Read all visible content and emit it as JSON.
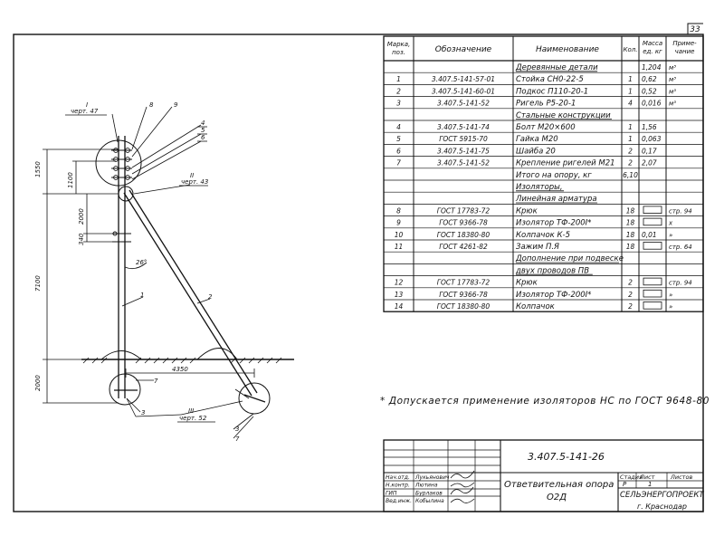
{
  "page_number": "33",
  "footnote": "* Допускается применение изоляторов НС по ГОСТ 9648-80",
  "spec_table": {
    "headers": {
      "pos": "Марка, поз.",
      "designation": "Обозначение",
      "name": "Наименование",
      "qty": "Кол.",
      "mass": "Масса ед. кг",
      "note": "Приме-чание"
    },
    "rows": [
      {
        "pos": "",
        "designation": "",
        "name": "Деревянные детали",
        "qty": "",
        "mass": "1,204",
        "note": "м³",
        "section": true
      },
      {
        "pos": "1",
        "designation": "3.407.5-141-57-01",
        "name": "Стойка СН0-22-5",
        "qty": "1",
        "mass": "0,62",
        "note": "м³"
      },
      {
        "pos": "2",
        "designation": "3.407.5-141-60-01",
        "name": "Подкос П110-20-1",
        "qty": "1",
        "mass": "0,52",
        "note": "м³"
      },
      {
        "pos": "3",
        "designation": "3.407.5-141-52",
        "name": "Ригель Р5-20-1",
        "qty": "4",
        "mass": "0,016",
        "note": "м³"
      },
      {
        "pos": "",
        "designation": "",
        "name": "Стальные конструкции",
        "qty": "",
        "mass": "",
        "note": "",
        "section": true
      },
      {
        "pos": "4",
        "designation": "3.407.5-141-74",
        "name": "Болт М20×600",
        "qty": "1",
        "mass": "1,56",
        "note": ""
      },
      {
        "pos": "5",
        "designation": "ГОСТ 5915-70",
        "name": "Гайка М20",
        "qty": "1",
        "mass": "0,063",
        "note": ""
      },
      {
        "pos": "6",
        "designation": "3.407.5-141-75",
        "name": "Шайба 20",
        "qty": "2",
        "mass": "0,17",
        "note": ""
      },
      {
        "pos": "7",
        "designation": "3.407.5-141-52",
        "name": "Крепление ригелей М21",
        "qty": "2",
        "mass": "2,07",
        "note": ""
      },
      {
        "pos": "",
        "designation": "",
        "name": "Итого на опору, кг",
        "qty": "6,10",
        "mass": "",
        "note": ""
      },
      {
        "pos": "",
        "designation": "",
        "name": "Изоляторы,",
        "qty": "",
        "mass": "",
        "note": "",
        "section": true
      },
      {
        "pos": "",
        "designation": "",
        "name": "Линейная арматура",
        "qty": "",
        "mass": "",
        "note": "",
        "section": true
      },
      {
        "pos": "8",
        "designation": "ГОСТ 17783-72",
        "name": "Крюк",
        "qty": "18",
        "mass": "",
        "note": "стр. 94",
        "box": true
      },
      {
        "pos": "9",
        "designation": "ГОСТ 9366-78",
        "name": "Изолятор ТФ-200I*",
        "qty": "18",
        "mass": "",
        "note": "х",
        "box": true
      },
      {
        "pos": "10",
        "designation": "ГОСТ 18380-80",
        "name": "Колпачок К-5",
        "qty": "18",
        "mass": "0,01",
        "note": "»"
      },
      {
        "pos": "11",
        "designation": "ГОСТ 4261-82",
        "name": "Зажим П.Я",
        "qty": "18",
        "mass": "",
        "note": "стр. 64",
        "box": true
      },
      {
        "pos": "",
        "designation": "",
        "name": "Дополнение при подвеске",
        "qty": "",
        "mass": "",
        "note": "",
        "section": true
      },
      {
        "pos": "",
        "designation": "",
        "name": "двух проводов ПВ",
        "qty": "",
        "mass": "",
        "note": "",
        "section": true
      },
      {
        "pos": "12",
        "designation": "ГОСТ 17783-72",
        "name": "Крюк",
        "qty": "2",
        "mass": "",
        "note": "стр. 94",
        "box": true
      },
      {
        "pos": "13",
        "designation": "ГОСТ 9366-78",
        "name": "Изолятор ТФ-200I*",
        "qty": "2",
        "mass": "",
        "note": "»",
        "box": true
      },
      {
        "pos": "14",
        "designation": "ГОСТ 18380-80",
        "name": "Колпачок",
        "qty": "2",
        "mass": "",
        "note": "»",
        "box": true
      }
    ]
  },
  "title_block": {
    "code": "3.407.5-141-26",
    "title_line1": "Ответвительная опора",
    "title_line2": "О2Д",
    "col_stage": "Стадия",
    "col_sheet": "Лист",
    "col_sheets": "Листов",
    "stage": "Р",
    "sheet": "1",
    "organization": "СЕЛЬЭНЕРГОПРОЕКТ",
    "city": "г. Краснодар",
    "signatures": [
      {
        "role": "Нач.отд.",
        "name": "Лукьянович"
      },
      {
        "role": "Н.контр.",
        "name": "Лютина"
      },
      {
        "role": "ГИП",
        "name": "Бурлаков"
      },
      {
        "role": "Вед.инж.",
        "name": "Кобылина"
      }
    ]
  },
  "drawing": {
    "dimensions": [
      "1550",
      "1100",
      "2000",
      "340",
      "7100",
      "2000",
      "4350"
    ],
    "angle": "26°",
    "detail_refs": [
      {
        "mark": "I",
        "ref": "черт. 47"
      },
      {
        "mark": "II",
        "ref": "черт. 43"
      },
      {
        "mark": "III",
        "ref": "черт. 52"
      }
    ],
    "leaders": [
      "8",
      "9",
      "4",
      "5",
      "6",
      "1",
      "2",
      "3",
      "7",
      "3",
      "7"
    ]
  },
  "colors": {
    "ink": "#111111",
    "paper": "#ffffff"
  }
}
